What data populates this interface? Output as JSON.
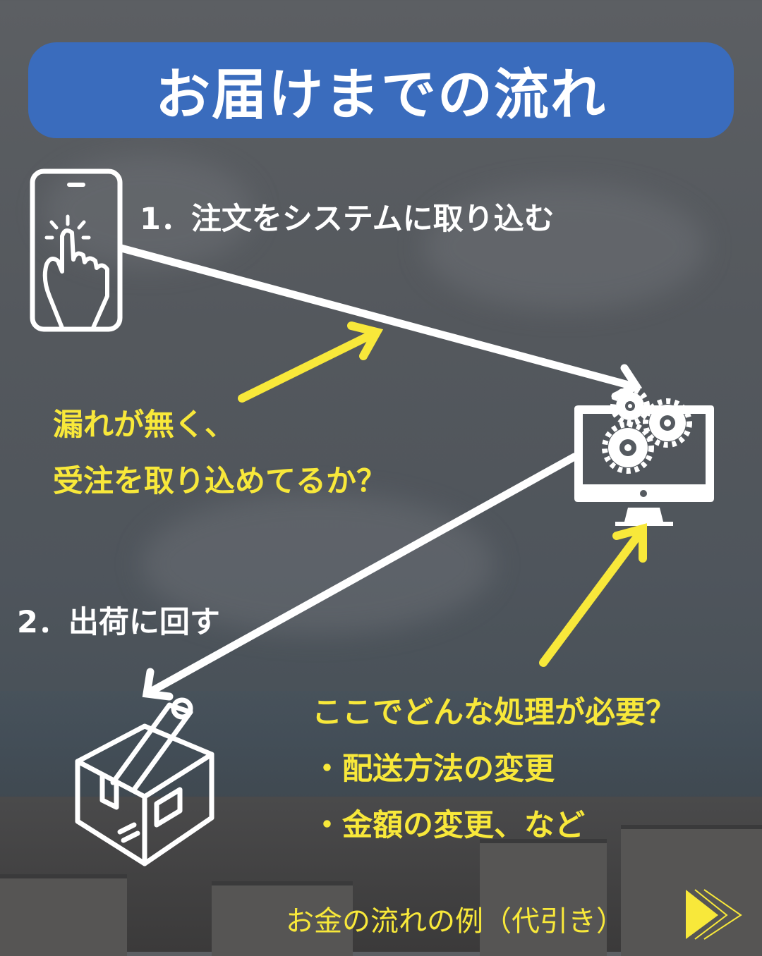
{
  "title": "お届けまでの流れ",
  "steps": {
    "step1": "1．注文をシステムに取り込む",
    "step2": "2．出荷に回す"
  },
  "questions": {
    "q1_line1": "漏れが無く、",
    "q1_line2": "受注を取り込めてるか？",
    "q2_heading": "ここでどんな処理が必要？",
    "q2_items": [
      "・配送方法の変更",
      "・金額の変更、など"
    ]
  },
  "footer": {
    "next_label": "お金の流れの例（代引き）"
  },
  "colors": {
    "title_bg": "#3a6cbd",
    "accent": "#f8e83a",
    "line": "#ffffff"
  }
}
